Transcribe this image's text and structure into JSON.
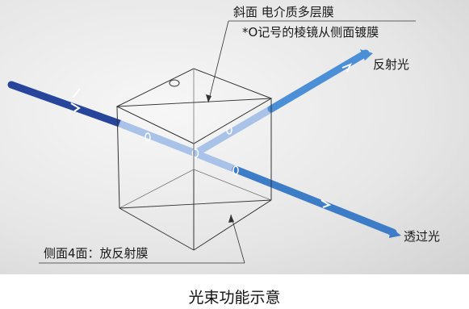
{
  "labels": {
    "hypotenuse": "斜面 电介质多层膜",
    "note": "*O记号的棱镜从侧面镀膜",
    "reflected": "反射光",
    "transmitted": "透过光",
    "sides": "侧面4面：放反射膜"
  },
  "caption": "光束功能示意",
  "colors": {
    "incident_beam": "#27469b",
    "reflected_beam": "#4b8fd6",
    "transmitted_beam": "#3d7cc6",
    "inner_beam": "#a9c3e8",
    "line": "#333333"
  }
}
